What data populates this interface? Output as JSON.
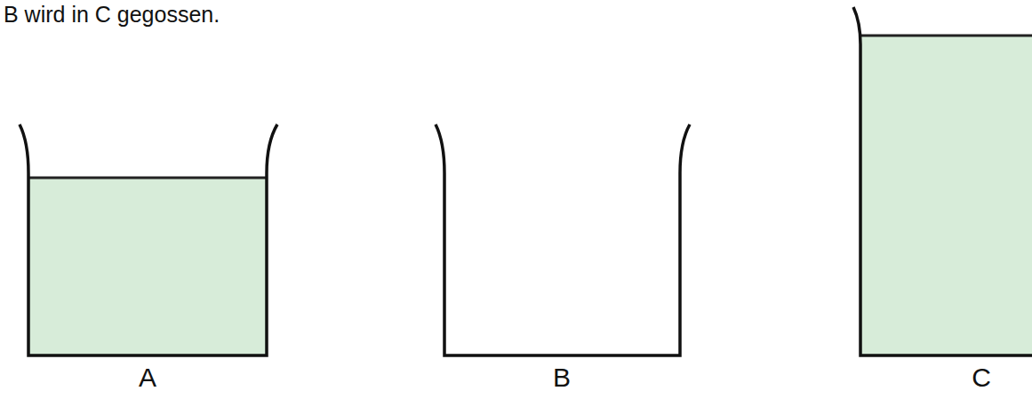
{
  "diagram": {
    "title": "B wird in C gegossen.",
    "labels": [
      "A",
      "B",
      "C"
    ]
  }
}
